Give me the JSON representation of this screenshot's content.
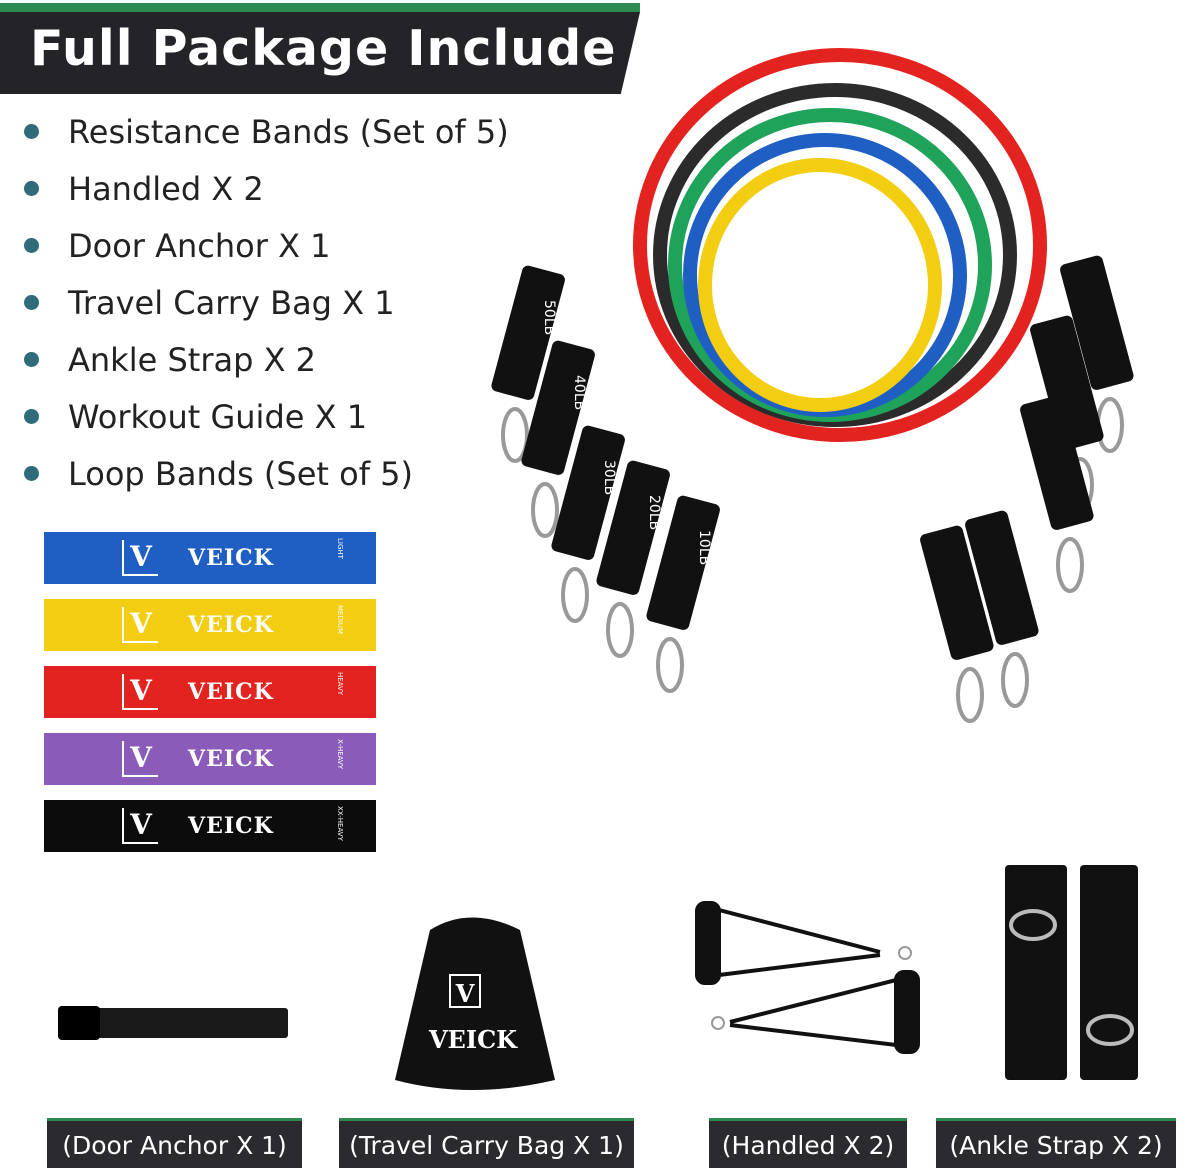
{
  "header": {
    "title": "Full Package Include"
  },
  "items": [
    "Resistance Bands (Set of 5)",
    "Handled X 2",
    "Door Anchor X 1",
    "Travel Carry Bag X 1",
    "Ankle Strap X 2",
    "Workout Guide X 1",
    "Loop Bands  (Set of 5)"
  ],
  "loop_bands": [
    {
      "brand": "VEICK",
      "level": "LIGHT",
      "color": "#1f5fc4"
    },
    {
      "brand": "VEICK",
      "level": "MEDIUM",
      "color": "#f2cd12"
    },
    {
      "brand": "VEICK",
      "level": "HEAVY",
      "color": "#e3231f"
    },
    {
      "brand": "VEICK",
      "level": "X-HEAVY",
      "color": "#8a5bb8"
    },
    {
      "brand": "VEICK",
      "level": "XX-HEAVY",
      "color": "#0c0c0c"
    }
  ],
  "tube_labels": [
    "50LB",
    "40LB",
    "30LB",
    "20LB",
    "10LB"
  ],
  "tube_colors": [
    "#e3231f",
    "#2b2b2b",
    "#1fa35a",
    "#1f5fc4",
    "#f2cd12"
  ],
  "bag": {
    "brand": "VEICK"
  },
  "captions": [
    "(Door Anchor X 1)",
    "(Travel Carry Bag X 1)",
    "(Handled X 2)",
    "(Ankle Strap X 2)"
  ],
  "colors": {
    "header_bg": "#242428",
    "accent_green": "#2e8b50",
    "bullet": "#2f6b78"
  }
}
